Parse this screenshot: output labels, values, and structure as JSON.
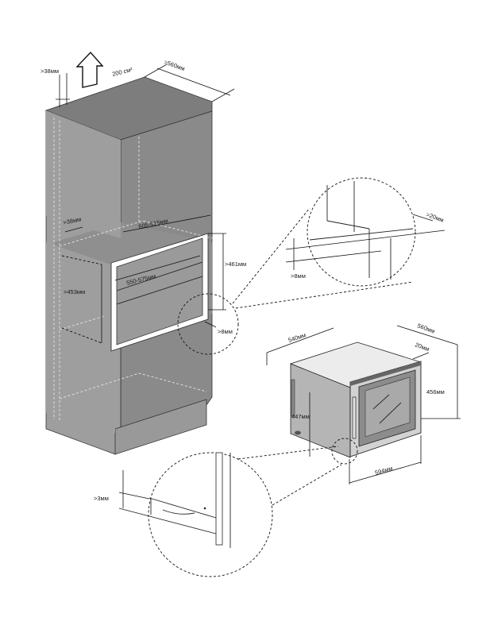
{
  "labels": {
    "gap_top_back": ">38мм",
    "ventilation_area": "200 см²",
    "depth_top": ">560мм",
    "gap_side": ">38мм",
    "cabinet_width": "605-615мм",
    "niche_height": ">461мм",
    "niche_width": "550-575мм",
    "inner_height": ">453мм",
    "gap_niche_bottom": ">8мм",
    "detail_top_gap": ">20мм",
    "detail_top_small": ">8мм",
    "appliance_depth": "540мм",
    "appliance_total_depth": "560мм",
    "door_thickness": "20мм",
    "appliance_height": "456мм",
    "body_height": "447мм",
    "appliance_width": "594мм",
    "detail_bottom_gap": ">3мм"
  },
  "colors": {
    "cabinet_front": "#9e9e9e",
    "cabinet_side": "#8a8a8a",
    "cabinet_top": "#7d7d7d",
    "appliance_side": "#b5b5b5",
    "appliance_front": "#d2d2d2",
    "glass": "#a9a9a9"
  },
  "icons": {
    "airflow": "arrow-up-icon"
  }
}
